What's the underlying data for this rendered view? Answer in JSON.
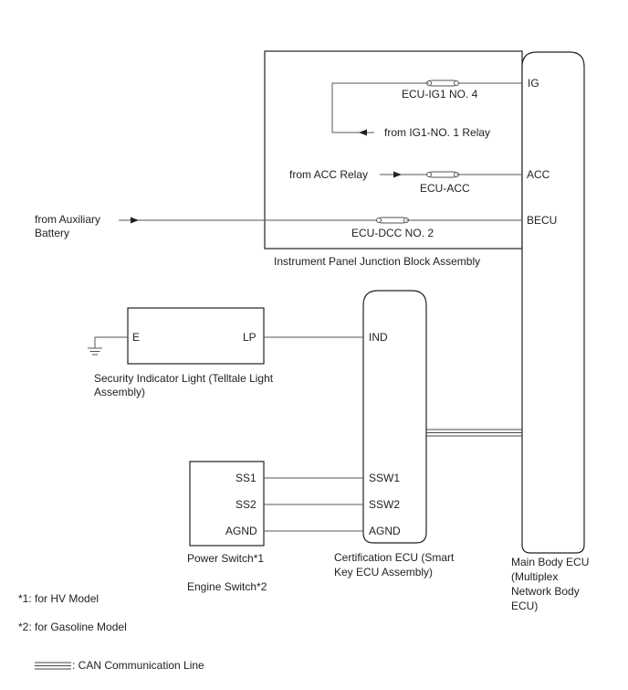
{
  "junction_block": {
    "label": "Instrument Panel Junction Block Assembly",
    "fuses": {
      "ig1": "ECU-IG1 NO. 4",
      "acc": "ECU-ACC",
      "dcc": "ECU-DCC NO. 2"
    },
    "sources": {
      "ig1_relay": "from IG1-NO. 1 Relay",
      "acc_relay": "from ACC Relay"
    }
  },
  "auxiliary_battery": [
    "from Auxiliary",
    "Battery"
  ],
  "main_body_ecu": {
    "pins": {
      "ig": "IG",
      "acc": "ACC",
      "becu": "BECU"
    },
    "label": [
      "Main Body ECU",
      "(Multiplex",
      "Network Body",
      "ECU)"
    ]
  },
  "security_light": {
    "pins": {
      "e": "E",
      "lp": "LP"
    },
    "label": [
      "Security Indicator Light (Telltale Light",
      "Assembly)"
    ]
  },
  "certification_ecu": {
    "pins": {
      "ind": "IND",
      "ssw1": "SSW1",
      "ssw2": "SSW2",
      "agnd": "AGND"
    },
    "label": [
      "Certification ECU (Smart",
      "Key ECU Assembly)"
    ]
  },
  "power_switch": {
    "pins": {
      "ss1": "SS1",
      "ss2": "SS2",
      "agnd": "AGND"
    },
    "label1": "Power Switch*1",
    "label2": "Engine Switch*2"
  },
  "notes": {
    "n1": "*1: for HV Model",
    "n2": "*2: for Gasoline Model"
  },
  "legend": {
    "can": ": CAN Communication Line"
  }
}
